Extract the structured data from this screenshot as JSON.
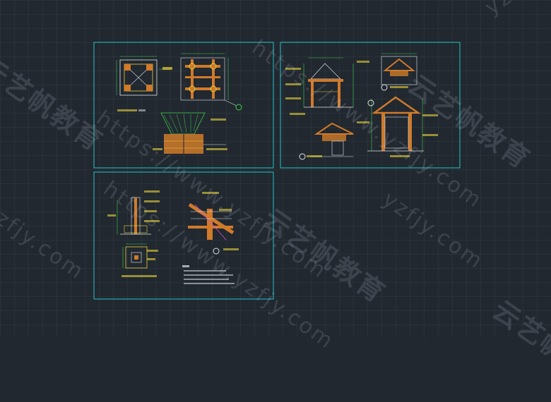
{
  "watermark": {
    "brand_cn": "云艺帆教育",
    "url_full": "https://www.yzfjy.com",
    "url_short": "yzfjy.com"
  },
  "colors": {
    "background": "#212830",
    "sheet_frame": "#22c4c4",
    "wood": "#d07a2a",
    "line_yellow": "#e8d23a",
    "line_green": "#3fcf4a",
    "line_white": "#dfe6ea",
    "line_magenta": "#d64fd6",
    "line_red": "#d64040"
  }
}
